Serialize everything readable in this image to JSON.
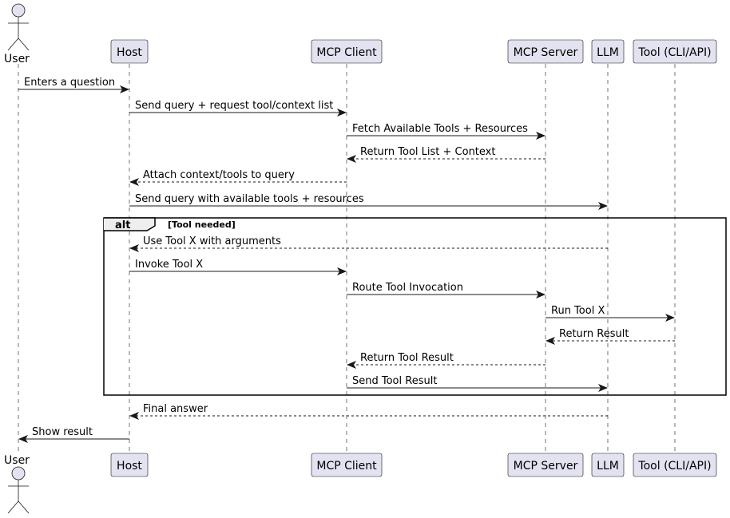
{
  "participants": [
    {
      "id": "user",
      "label": "User",
      "kind": "actor"
    },
    {
      "id": "host",
      "label": "Host",
      "kind": "box"
    },
    {
      "id": "client",
      "label": "MCP Client",
      "kind": "box"
    },
    {
      "id": "server",
      "label": "MCP Server",
      "kind": "box"
    },
    {
      "id": "llm",
      "label": "LLM",
      "kind": "box"
    },
    {
      "id": "tool",
      "label": "Tool (CLI/API)",
      "kind": "box"
    }
  ],
  "messages": [
    {
      "from": "user",
      "to": "host",
      "label": "Enters a question",
      "style": "solid"
    },
    {
      "from": "host",
      "to": "client",
      "label": "Send query + request tool/context list",
      "style": "solid"
    },
    {
      "from": "client",
      "to": "server",
      "label": "Fetch Available Tools + Resources",
      "style": "solid"
    },
    {
      "from": "server",
      "to": "client",
      "label": "Return Tool List + Context",
      "style": "dashed"
    },
    {
      "from": "client",
      "to": "host",
      "label": "Attach context/tools to query",
      "style": "dashed"
    },
    {
      "from": "host",
      "to": "llm",
      "label": "Send query with available tools + resources",
      "style": "solid"
    },
    {
      "from": "llm",
      "to": "host",
      "label": "Use Tool X with arguments",
      "style": "dashed"
    },
    {
      "from": "host",
      "to": "client",
      "label": "Invoke Tool X",
      "style": "solid"
    },
    {
      "from": "client",
      "to": "server",
      "label": "Route Tool Invocation",
      "style": "solid"
    },
    {
      "from": "server",
      "to": "tool",
      "label": "Run Tool X",
      "style": "solid"
    },
    {
      "from": "tool",
      "to": "server",
      "label": "Return Result",
      "style": "dashed"
    },
    {
      "from": "server",
      "to": "client",
      "label": "Return Tool Result",
      "style": "dashed"
    },
    {
      "from": "client",
      "to": "llm",
      "label": "Send Tool Result",
      "style": "solid"
    },
    {
      "from": "llm",
      "to": "host",
      "label": "Final answer",
      "style": "dashed"
    },
    {
      "from": "host",
      "to": "user",
      "label": "Show result",
      "style": "solid"
    }
  ],
  "alt_fragment": {
    "keyword": "alt",
    "guard": "[Tool needed]",
    "first_message": 6,
    "last_message": 12
  },
  "colors": {
    "participant_fill": "#E2E2F0",
    "participant_stroke": "#181818",
    "lifeline": "#181818",
    "arrow": "#181818"
  }
}
